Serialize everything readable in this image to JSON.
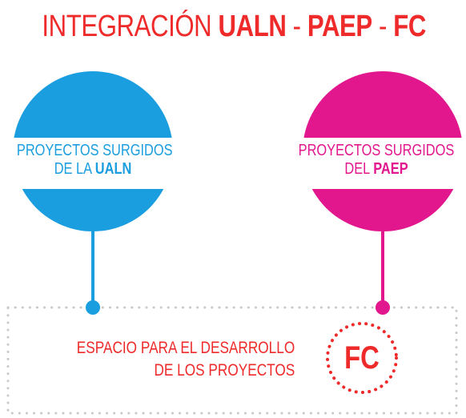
{
  "title": {
    "prefix": "INTEGRACIÓN",
    "ualn": "UALN",
    "sep1": " - ",
    "paep": "PAEP",
    "sep2": " - ",
    "fc": "FC"
  },
  "nodes": {
    "ualn": {
      "line1": "PROYECTOS SURGIDOS",
      "line2_prefix": "DE LA",
      "line2_bold": "UALN",
      "color": "#1a9ee0"
    },
    "paep": {
      "line1": "PROYECTOS SURGIDOS",
      "line2_prefix": "DEL",
      "line2_bold": "PAEP",
      "color": "#e2178d"
    }
  },
  "space": {
    "line1": "ESPACIO PARA EL DESARROLLO",
    "line2": "DE LOS PROYECTOS",
    "badge": "FC"
  },
  "colors": {
    "red": "#ee2a2a",
    "blue": "#1a9ee0",
    "magenta": "#e2178d",
    "dots": "#c9c9c9"
  }
}
